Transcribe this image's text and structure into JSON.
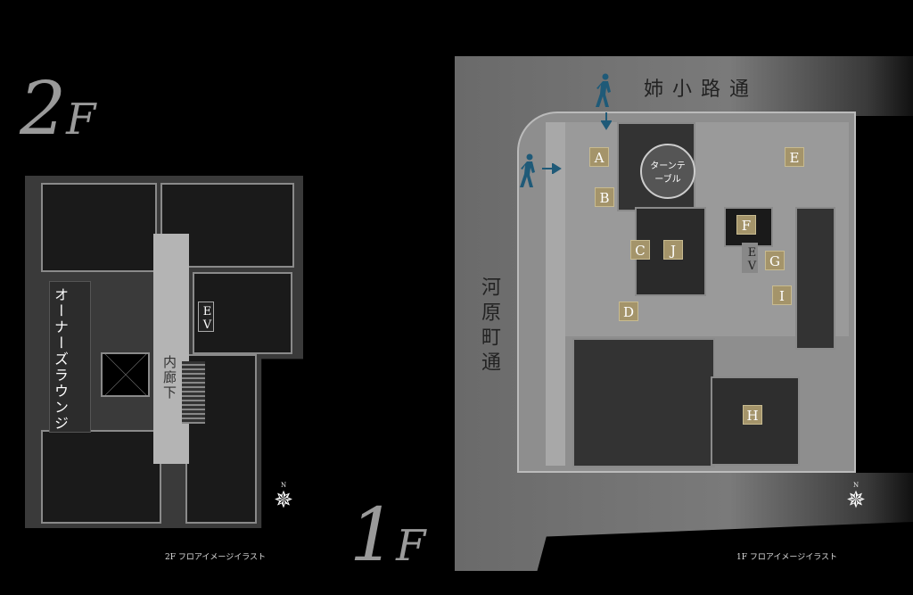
{
  "floor2": {
    "title_num": "2",
    "title_f": "F",
    "lounge": "オーナーズラウンジ",
    "corridor": "内廊下",
    "ev": "EV",
    "caption": "2F フロアイメージイラスト",
    "compass_n": "N"
  },
  "floor1": {
    "title_num": "1",
    "title_f": "F",
    "street_top": "姉小路通",
    "street_left": "河原町通",
    "turntable": "ターンテーブル",
    "ev": "EV",
    "caption": "1F フロアイメージイラスト",
    "compass_n": "N",
    "labels": [
      "A",
      "B",
      "C",
      "D",
      "E",
      "F",
      "G",
      "H",
      "I",
      "J"
    ]
  },
  "colors": {
    "label_gold": "#a4946a",
    "walker": "#1f5a78",
    "background": "#000000"
  }
}
